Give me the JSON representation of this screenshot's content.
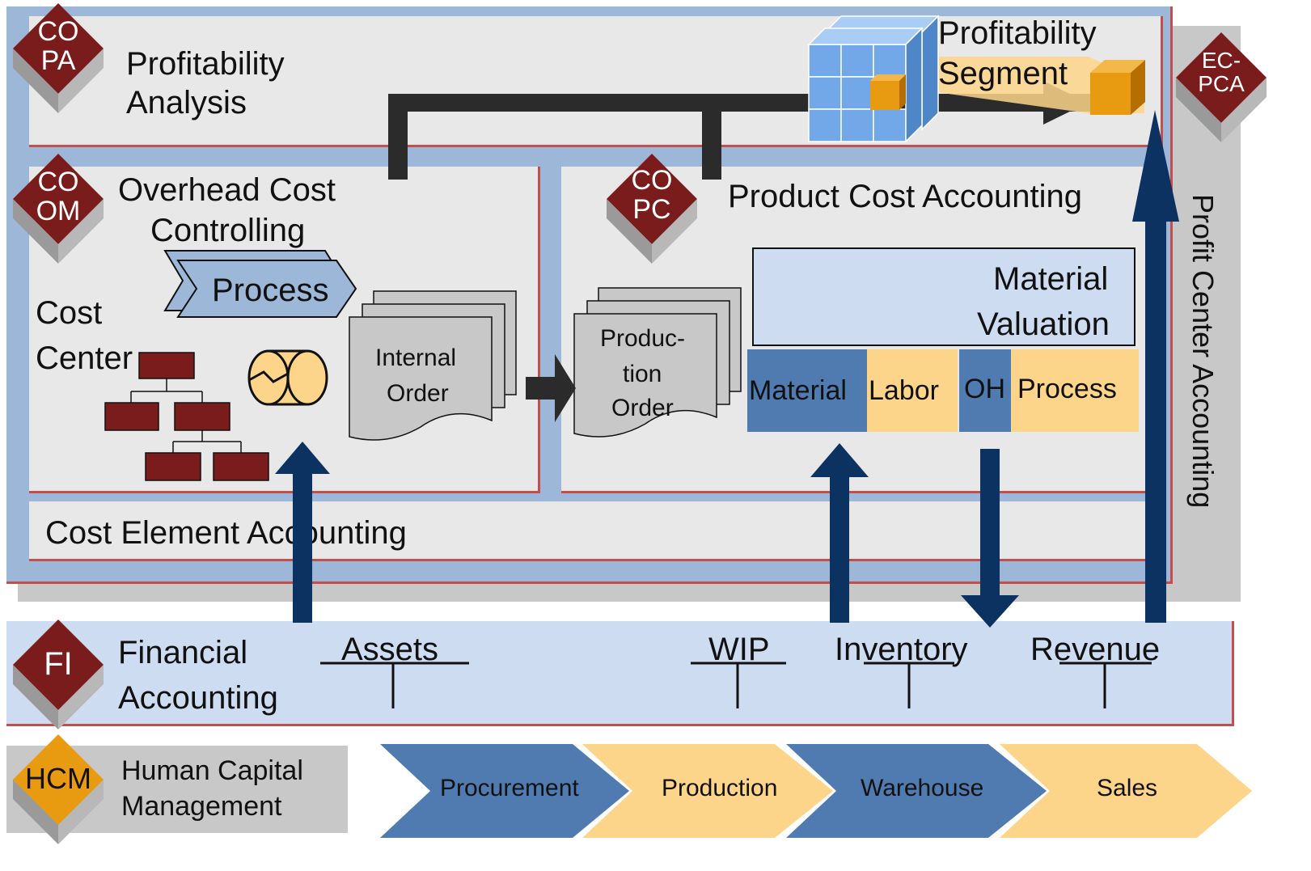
{
  "colors": {
    "outer_blue": "#9db7d9",
    "panel_gray": "#e8e8e8",
    "light_blue": "#cddcf0",
    "maroon": "#7a1c1c",
    "navy": "#0b3261",
    "dark_arrow": "#2b2b2b",
    "steel_blue": "#4f7bb0",
    "pale_orange": "#fdd58a",
    "orange": "#e89a10",
    "cube_blue": "#73a8e8",
    "red_edge": "#c0504d"
  },
  "copa": {
    "badge": "CO\nPA",
    "title_line1": "Profitability",
    "title_line2": "Analysis"
  },
  "segment": {
    "line1": "Profitability",
    "line2": "Segment"
  },
  "ecpca": {
    "badge": "EC-\nPCA",
    "label": "Profit Center Accounting"
  },
  "coom": {
    "badge": "CO\nOM",
    "title_line1": "Overhead Cost",
    "title_line2": "Controlling",
    "process": "Process",
    "cost_center_line1": "Cost",
    "cost_center_line2": "Center",
    "internal_order_line1": "Internal",
    "internal_order_line2": "Order"
  },
  "copc": {
    "badge": "CO\nPC",
    "title": "Product Cost Accounting",
    "production_order_line1": "Produc-",
    "production_order_line2": "tion",
    "production_order_line3": "Order",
    "valuation_line1": "Material",
    "valuation_line2": "Valuation",
    "cost_components": [
      "Material",
      "Labor",
      "OH",
      "Process"
    ]
  },
  "cost_element": {
    "title": "Cost Element Accounting"
  },
  "fi": {
    "badge": "FI",
    "title_line1": "Financial",
    "title_line2": "Accounting",
    "accounts": [
      "Assets",
      "WIP",
      "Inventory",
      "Revenue"
    ]
  },
  "hcm": {
    "badge": "HCM",
    "title_line1": "Human Capital",
    "title_line2": "Management"
  },
  "process_chain": [
    "Procurement",
    "Production",
    "Warehouse",
    "Sales"
  ]
}
